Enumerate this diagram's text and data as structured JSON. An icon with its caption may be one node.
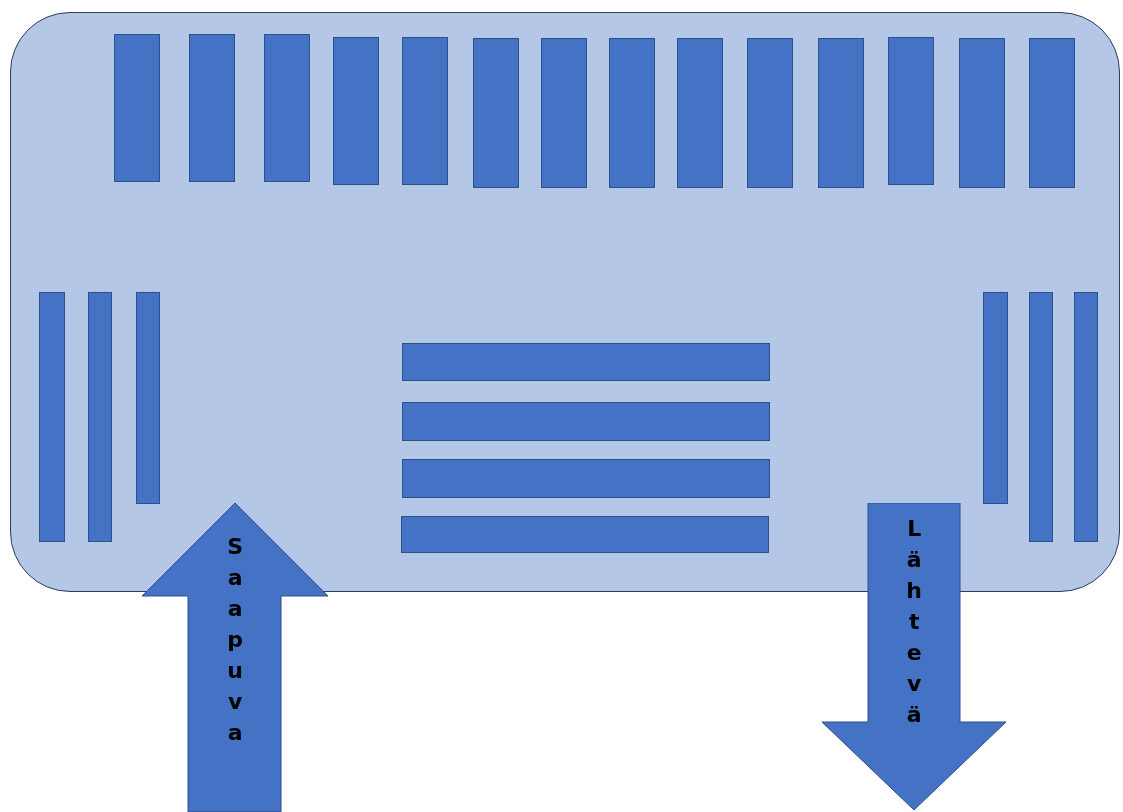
{
  "diagram": {
    "nodes": [
      {
        "text": [],
        "shape": "box"
      },
      {
        "text": [],
        "shape": "bar",
        "in": 0
      },
      {
        "text": [],
        "shape": "bar",
        "in": 0
      },
      {
        "text": [],
        "shape": "bar",
        "in": 0
      },
      {
        "text": [],
        "shape": "bar",
        "in": 0
      },
      {
        "text": [],
        "shape": "bar",
        "in": 0
      },
      {
        "text": [],
        "shape": "bar",
        "in": 0
      },
      {
        "text": [],
        "shape": "bar",
        "in": 0
      },
      {
        "text": [],
        "shape": "bar",
        "in": 0
      },
      {
        "text": [],
        "shape": "bar",
        "in": 0
      },
      {
        "text": [],
        "shape": "bar",
        "in": 0
      },
      {
        "text": [],
        "shape": "bar",
        "in": 0
      },
      {
        "text": [],
        "shape": "bar",
        "in": 0
      },
      {
        "text": [],
        "shape": "bar",
        "in": 0
      },
      {
        "text": [],
        "shape": "bar",
        "in": 0
      },
      {
        "text": [],
        "shape": "bar",
        "in": 0
      },
      {
        "text": [],
        "shape": "bar",
        "in": 0
      },
      {
        "text": [],
        "shape": "bar",
        "in": 0
      },
      {
        "text": [],
        "shape": "bar",
        "in": 0
      },
      {
        "text": [],
        "shape": "bar",
        "in": 0
      },
      {
        "text": [],
        "shape": "bar",
        "in": 0
      },
      {
        "text": [],
        "shape": "bar",
        "in": 0
      },
      {
        "text": [],
        "shape": "bar",
        "in": 0
      },
      {
        "text": [],
        "shape": "bar",
        "in": 0
      },
      {
        "text": [],
        "shape": "bar",
        "in": 0
      },
      {
        "text": [
          "Saapuva"
        ]
      },
      {
        "text": [
          "Lähtevä"
        ]
      }
    ]
  }
}
